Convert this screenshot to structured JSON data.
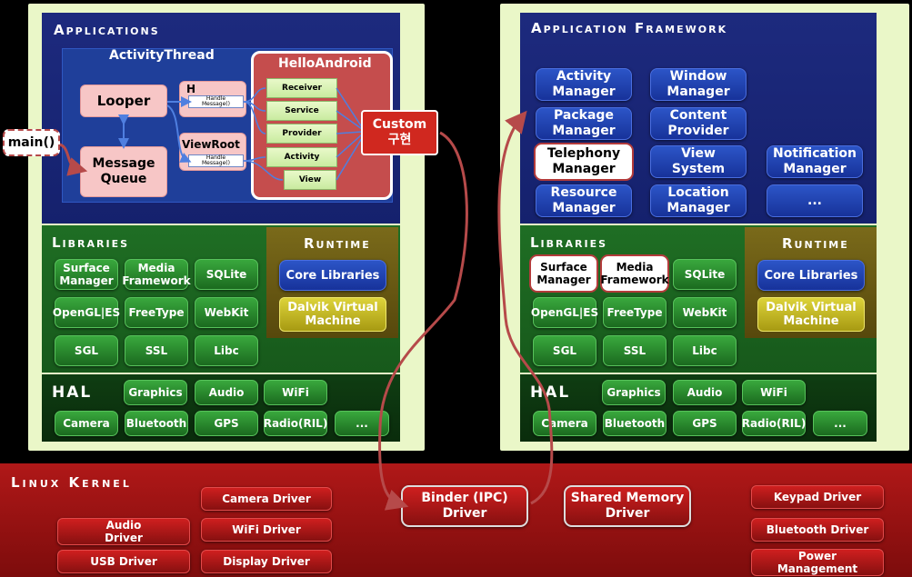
{
  "colors": {
    "kernel_red": "#a11414",
    "blue_layer": "#1d2a7e",
    "green_layer": "#1f6e24",
    "panel": "#eaf7c8",
    "arrow": "#b64a4a"
  },
  "left": {
    "applications_title": "Applications",
    "activity_thread": "ActivityThread",
    "looper": "Looper",
    "message_queue": "Message\nQueue",
    "h": "H",
    "handle_message_1": "Handle\nMessage()",
    "viewroot": "ViewRoot",
    "handle_message_2": "Handle\nMessage()",
    "hello_android": "HelloAndroid",
    "components": [
      "Receiver",
      "Service",
      "Provider",
      "Activity",
      "View"
    ],
    "main": "main()",
    "custom": "Custom\n구현",
    "libraries_title": "Libraries",
    "libraries": [
      "Surface\nManager",
      "Media\nFramework",
      "SQLite",
      "OpenGL|ES",
      "FreeType",
      "WebKit",
      "SGL",
      "SSL",
      "Libc"
    ],
    "runtime_title": "Runtime",
    "core_libraries": "Core Libraries",
    "dalvik": "Dalvik Virtual\nMachine",
    "hal_title": "HAL",
    "hal": [
      "Graphics",
      "Audio",
      "WiFi",
      "Camera",
      "Bluetooth",
      "GPS",
      "Radio(RIL)",
      "..."
    ]
  },
  "right": {
    "framework_title": "Application Framework",
    "framework": [
      "Activity\nManager",
      "Window\nManager",
      "Package\nManager",
      "Content\nProvider",
      "Telephony\nManager",
      "View\nSystem",
      "Notification\nManager",
      "Resource\nManager",
      "Location\nManager",
      "..."
    ],
    "libraries_title": "Libraries",
    "libraries": [
      "Surface\nManager",
      "Media\nFramework",
      "SQLite",
      "OpenGL|ES",
      "FreeType",
      "WebKit",
      "SGL",
      "SSL",
      "Libc"
    ],
    "runtime_title": "Runtime",
    "core_libraries": "Core Libraries",
    "dalvik": "Dalvik Virtual\nMachine",
    "hal_title": "HAL",
    "hal": [
      "Graphics",
      "Audio",
      "WiFi",
      "Camera",
      "Bluetooth",
      "GPS",
      "Radio(RIL)",
      "..."
    ]
  },
  "kernel": {
    "title": "Linux Kernel",
    "camera_driver": "Camera Driver",
    "audio_driver": "Audio\nDriver",
    "wifi_driver": "WiFi Driver",
    "usb_driver": "USB Driver",
    "display_driver": "Display Driver",
    "binder": "Binder (IPC)\nDriver",
    "shared_memory": "Shared Memory\nDriver",
    "keypad_driver": "Keypad Driver",
    "bluetooth_driver": "Bluetooth Driver",
    "power_management": "Power\nManagement"
  }
}
